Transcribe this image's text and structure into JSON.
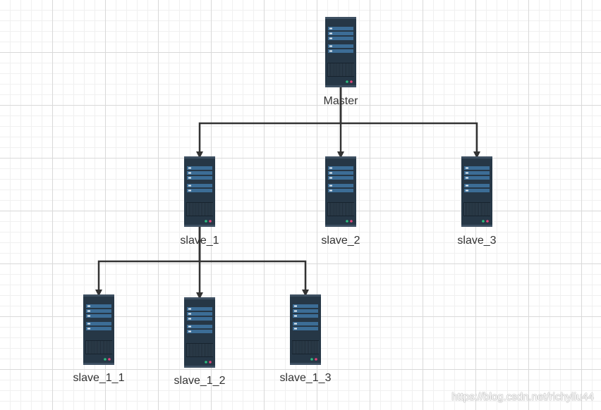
{
  "diagram": {
    "nodes": [
      {
        "id": "master",
        "label": "Master"
      },
      {
        "id": "slave_1",
        "label": "slave_1"
      },
      {
        "id": "slave_2",
        "label": "slave_2"
      },
      {
        "id": "slave_3",
        "label": "slave_3"
      },
      {
        "id": "slave_1_1",
        "label": "slave_1_1"
      },
      {
        "id": "slave_1_2",
        "label": "slave_1_2"
      },
      {
        "id": "slave_1_3",
        "label": "slave_1_3"
      }
    ],
    "edges": [
      {
        "from": "master",
        "to": "slave_1"
      },
      {
        "from": "master",
        "to": "slave_2"
      },
      {
        "from": "master",
        "to": "slave_3"
      },
      {
        "from": "slave_1",
        "to": "slave_1_1"
      },
      {
        "from": "slave_1",
        "to": "slave_1_2"
      },
      {
        "from": "slave_1",
        "to": "slave_1_3"
      }
    ],
    "node_icon": "server-icon",
    "colors": {
      "server_body": "#263746",
      "server_bar": "#3c6d96",
      "edge": "#333333",
      "led_green": "#2ebd7e",
      "led_pink": "#e0447a"
    }
  },
  "watermark": "https://blog.csdn.net/richyliu44"
}
